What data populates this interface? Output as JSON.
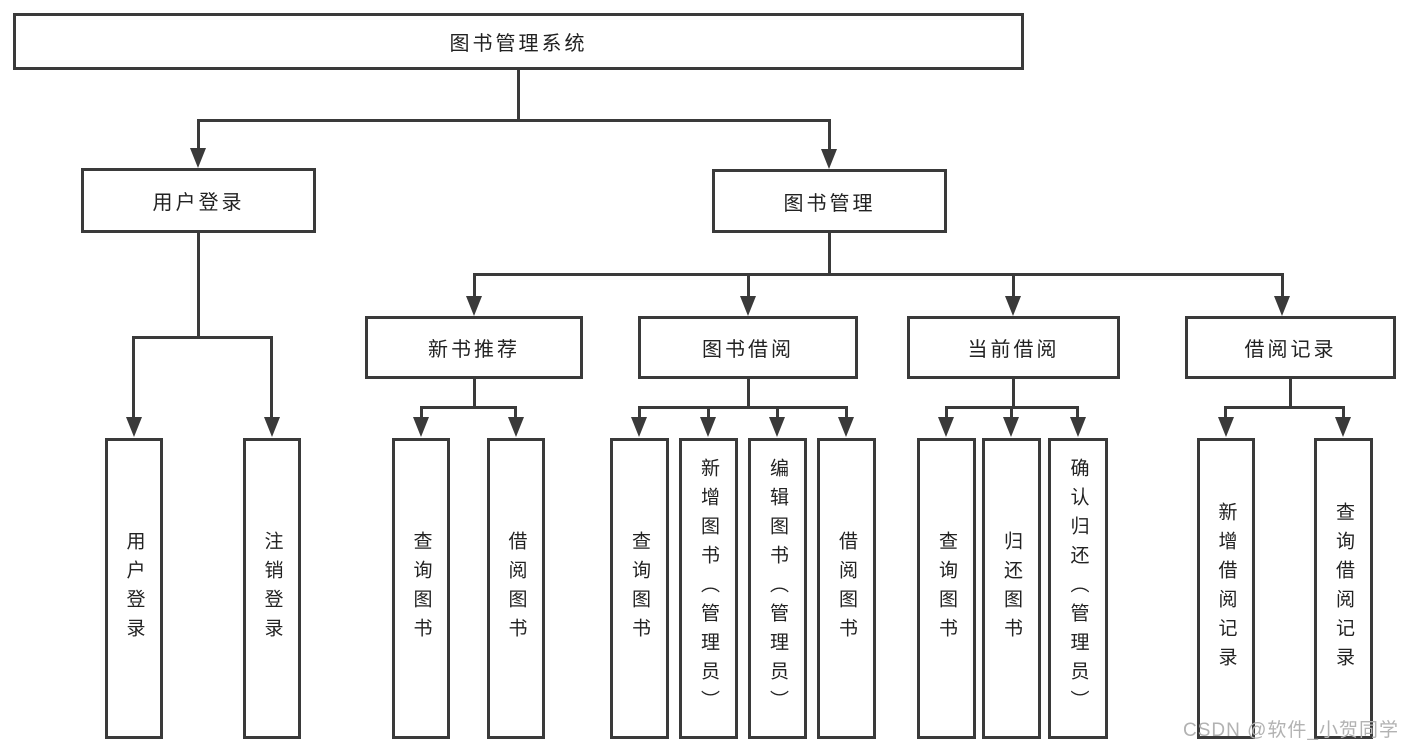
{
  "tree": {
    "label": "图书管理系统",
    "children": [
      {
        "label": "用户登录",
        "children": [
          {
            "label": "用户登录"
          },
          {
            "label": "注销登录"
          }
        ]
      },
      {
        "label": "图书管理",
        "children": [
          {
            "label": "新书推荐",
            "children": [
              {
                "label": "查询图书"
              },
              {
                "label": "借阅图书"
              }
            ]
          },
          {
            "label": "图书借阅",
            "children": [
              {
                "label": "查询图书"
              },
              {
                "label": "新增图书（管理员）"
              },
              {
                "label": "编辑图书（管理员）"
              },
              {
                "label": "借阅图书"
              }
            ]
          },
          {
            "label": "当前借阅",
            "children": [
              {
                "label": "查询图书"
              },
              {
                "label": "归还图书"
              },
              {
                "label": "确认归还（管理员）"
              }
            ]
          },
          {
            "label": "借阅记录",
            "children": [
              {
                "label": "新增借阅记录"
              },
              {
                "label": "查询借阅记录"
              }
            ]
          }
        ]
      }
    ]
  },
  "watermark": {
    "text": "CSDN @软件_小贺同学"
  },
  "colors": {
    "line": "#3a3a3a",
    "text": "#222222",
    "watermark": "#b2b2b2",
    "background": "#ffffff"
  }
}
